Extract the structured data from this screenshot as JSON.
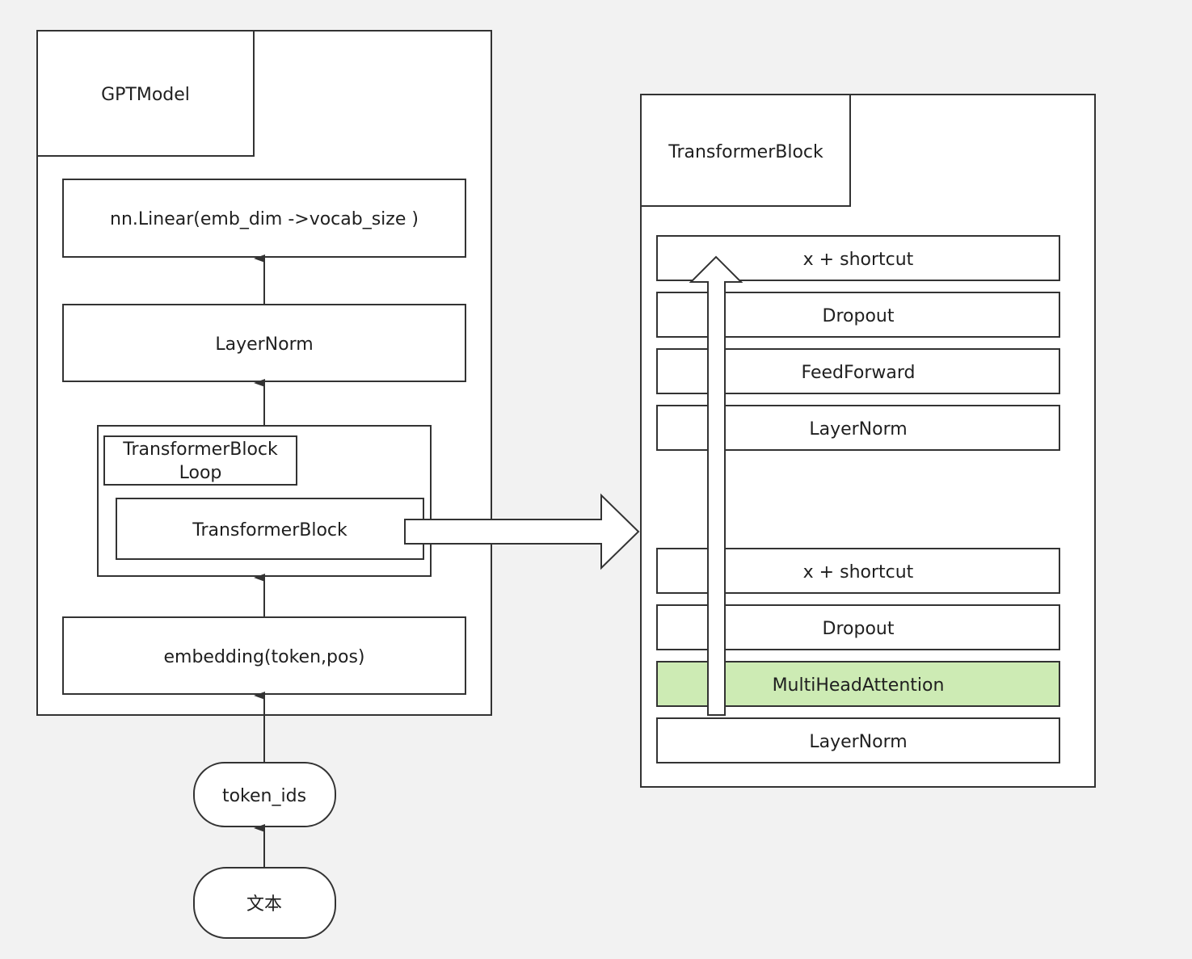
{
  "gpt_model": {
    "title": "GPTModel",
    "linear": "nn.Linear(emb_dim ->vocab_size )",
    "layernorm": "LayerNorm",
    "loop_title_line1": "TransformerBlock",
    "loop_title_line2": "Loop",
    "transformer_block": "TransformerBlock",
    "embedding": "embedding(token,pos)"
  },
  "inputs": {
    "token_ids": "token_ids",
    "text": "文本"
  },
  "transformer_block": {
    "title": "TransformerBlock",
    "layers": [
      "x + shortcut",
      "Dropout",
      "FeedForward",
      "LayerNorm",
      "x + shortcut",
      "Dropout",
      "MultiHeadAttention",
      "LayerNorm"
    ],
    "highlight_color": "#cdebb4"
  },
  "colors": {
    "background": "#f2f2f2",
    "box_fill": "#ffffff",
    "stroke": "#333333"
  }
}
